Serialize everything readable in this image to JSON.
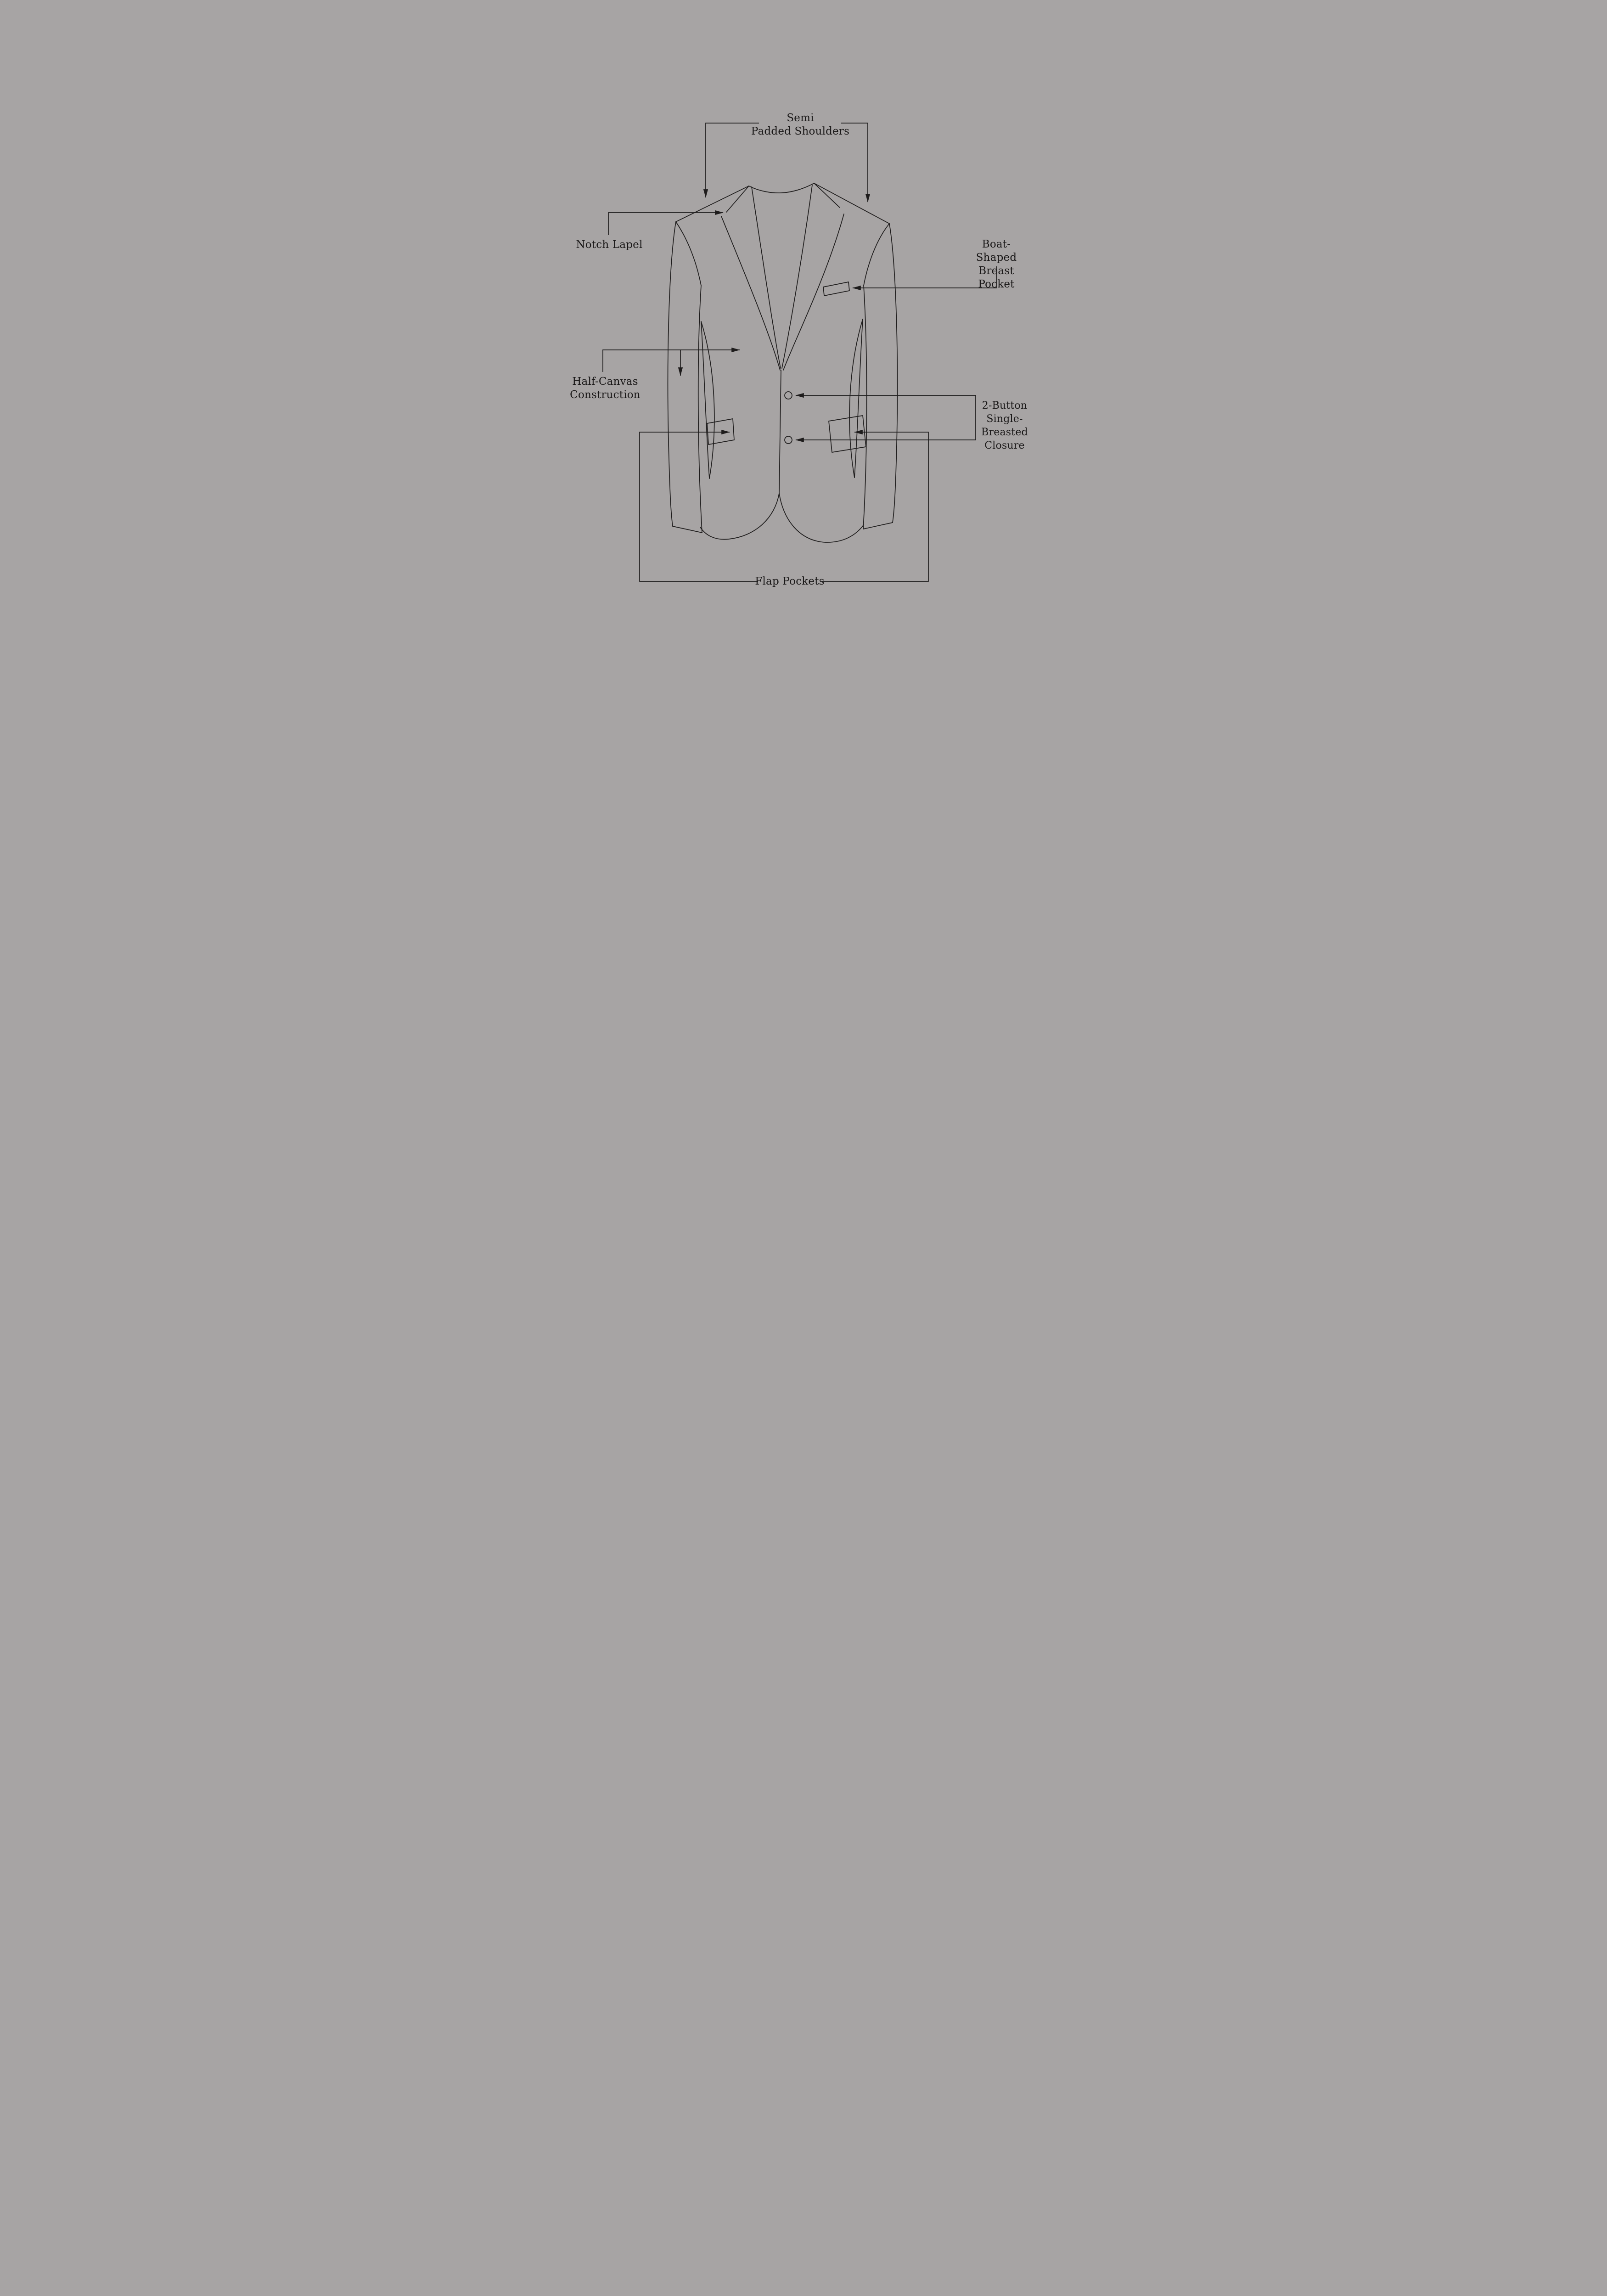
{
  "page": {
    "background_color": "#a7a4a4",
    "line_color": "#1e1c1c",
    "text_color": "#191717"
  },
  "diagram": {
    "subject": "suit-jacket-feature-diagram",
    "labels": {
      "shoulders": "Semi\nPadded Shoulders",
      "notch_lapel": "Notch Lapel",
      "breast_pocket": "Boat-Shaped\nBreast Pocket",
      "half_canvas": "Half-Canvas\nConstruction",
      "closure": "2-Button\nSingle-Breasted\nClosure",
      "flap_pockets": "Flap Pockets"
    }
  }
}
